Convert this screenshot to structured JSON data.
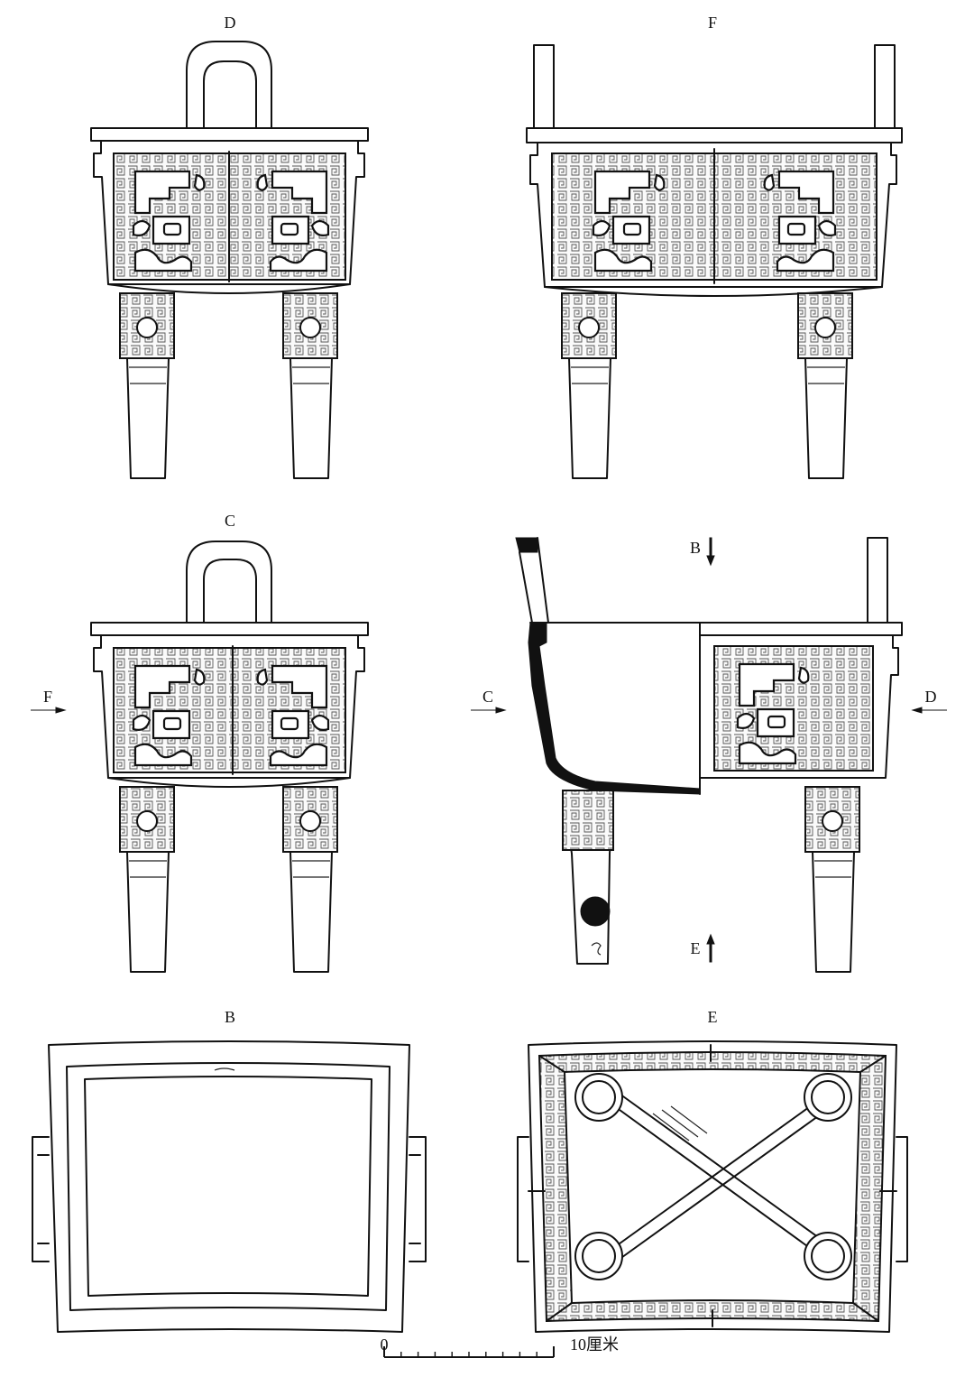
{
  "figure": {
    "views": [
      {
        "key": "D",
        "label": "D"
      },
      {
        "key": "F",
        "label": "F"
      },
      {
        "key": "C",
        "label": "C"
      },
      {
        "key": "section",
        "label": ""
      },
      {
        "key": "B",
        "label": "B"
      },
      {
        "key": "E",
        "label": "E"
      }
    ],
    "section_markers": {
      "top": "B",
      "bottom": "E",
      "left": "C",
      "right": "D",
      "view_c_left": "F"
    },
    "scale_bar": {
      "start_label": "0",
      "end_label": "10厘米",
      "length_value": 10,
      "unit": "厘米",
      "divisions": 10
    },
    "colors": {
      "line": "#111111",
      "background": "#ffffff",
      "pattern_fill": "#f2f2f2"
    }
  }
}
